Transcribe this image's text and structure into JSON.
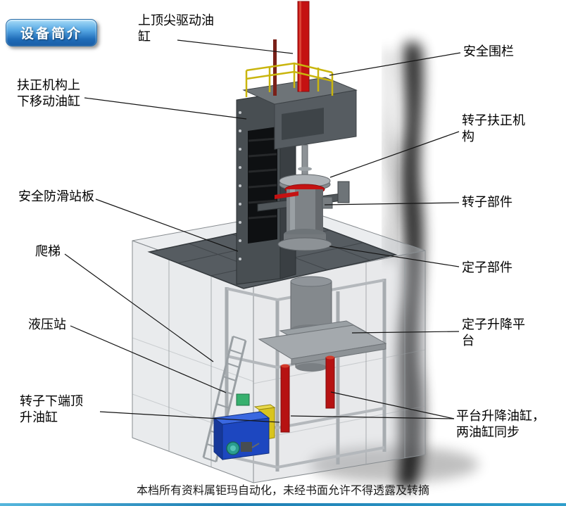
{
  "badge": {
    "label": "设备简介"
  },
  "labels": [
    {
      "name": "top-tip-drive-cylinder",
      "text": "上顶尖驱动油缸"
    },
    {
      "name": "safety-fence",
      "text": "安全围栏"
    },
    {
      "name": "centering-lift-cylinder",
      "text": "扶正机构上下移动油缸"
    },
    {
      "name": "rotor-centering-mechanism",
      "text": "转子扶正机构"
    },
    {
      "name": "anti-slip-deck",
      "text": "安全防滑站板"
    },
    {
      "name": "rotor-part",
      "text": "转子部件"
    },
    {
      "name": "ladder",
      "text": "爬梯"
    },
    {
      "name": "stator-part",
      "text": "定子部件"
    },
    {
      "name": "hydraulic-station",
      "text": "液压站"
    },
    {
      "name": "stator-lift-platform",
      "text": "定子升降平台"
    },
    {
      "name": "rotor-bottom-jack-cylinder",
      "text": "转子下端顶升油缸"
    },
    {
      "name": "platform-lift-cylinders",
      "text": "平台升降油缸，两油缸同步"
    }
  ],
  "footer": {
    "text": "本档所有资料属钜玛自动化，未经书面允许不得透露及转摘"
  },
  "colors": {
    "badge_blue": "#1f6cb8",
    "cylinder_red": "#c41212",
    "railing_yellow": "#c9b50e",
    "machine_dark_gray": "#484e52",
    "deck_gray": "#565c61",
    "hydraulic_blue": "#1d47c0",
    "pump_teal": "#2a9d8f",
    "accent_bar": "#2e9ecb"
  }
}
